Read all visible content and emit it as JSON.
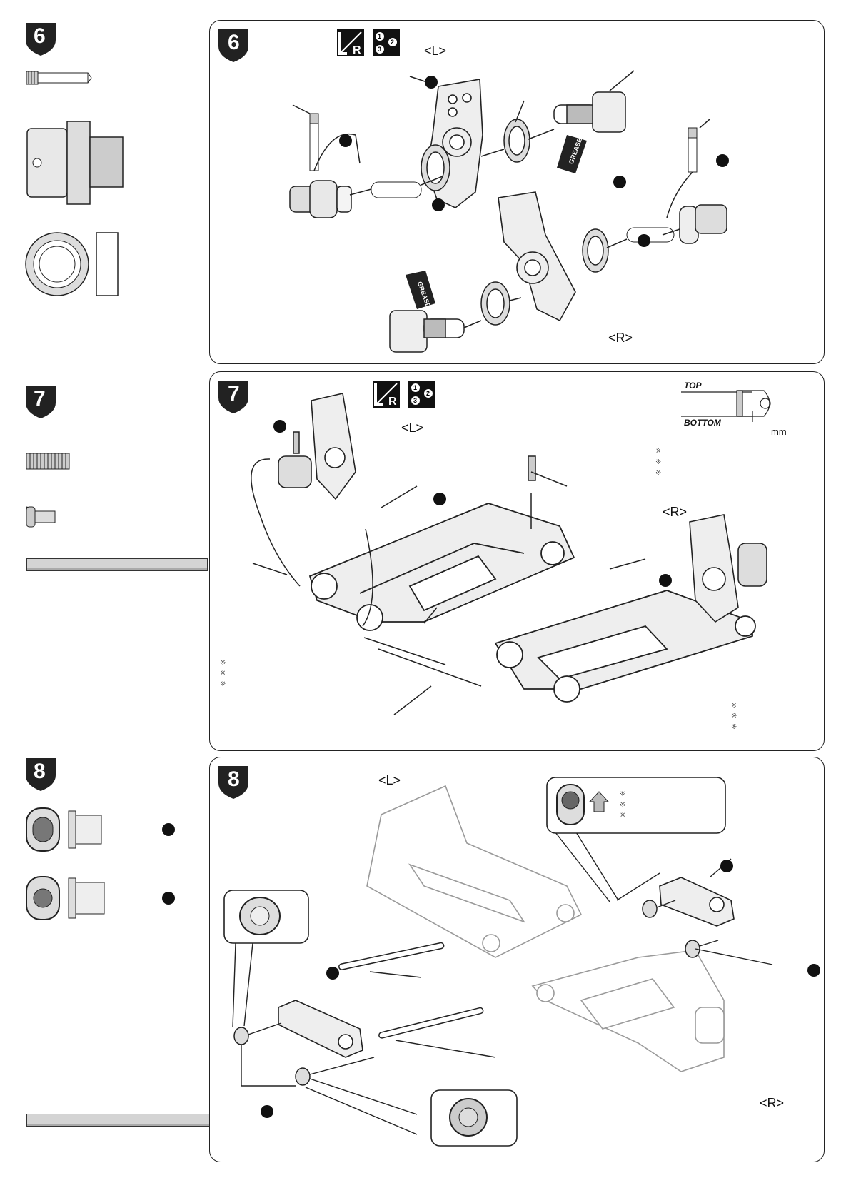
{
  "steps": [
    {
      "number": "6",
      "left_label": "<L>",
      "right_label": "<R>"
    },
    {
      "number": "7",
      "left_label": "<L>",
      "right_label": "<R>"
    },
    {
      "number": "8",
      "left_label": "<L>",
      "right_label": "<R>"
    }
  ],
  "step6": {
    "grease_label": "GREASE",
    "part_letter": "L"
  },
  "step7": {
    "top_label": "TOP",
    "bottom_label": "BOTTOM",
    "unit_label": "mm",
    "note_marks": [
      "※",
      "※",
      "※"
    ],
    "note_marks_left": [
      "※",
      "※",
      "※"
    ],
    "note_marks_right": [
      "※",
      "※",
      "※"
    ]
  },
  "step8": {
    "callout_marks": [
      "※",
      "※",
      "※"
    ]
  },
  "icons": {
    "left_right_icon": "L/R",
    "sequence_icon": "1-2-3"
  }
}
